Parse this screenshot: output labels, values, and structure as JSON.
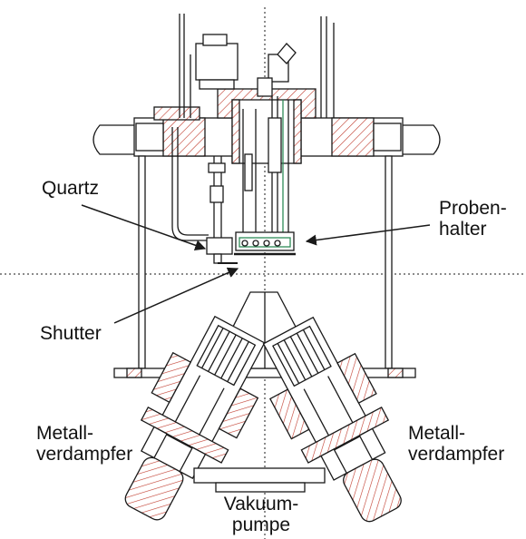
{
  "labels": {
    "quartz": "Quartz",
    "probenhalter_1": "Proben-",
    "probenhalter_2": "halter",
    "shutter": "Shutter",
    "metall_left_1": "Metall-",
    "metall_left_2": "verdampfer",
    "metall_right_1": "Metall-",
    "metall_right_2": "verdampfer",
    "vakuum_1": "Vakuum-",
    "vakuum_2": "pumpe"
  },
  "colors": {
    "line": "#1a1a1a",
    "hatch": "#c0392b",
    "accent_green": "#2e8b57"
  }
}
